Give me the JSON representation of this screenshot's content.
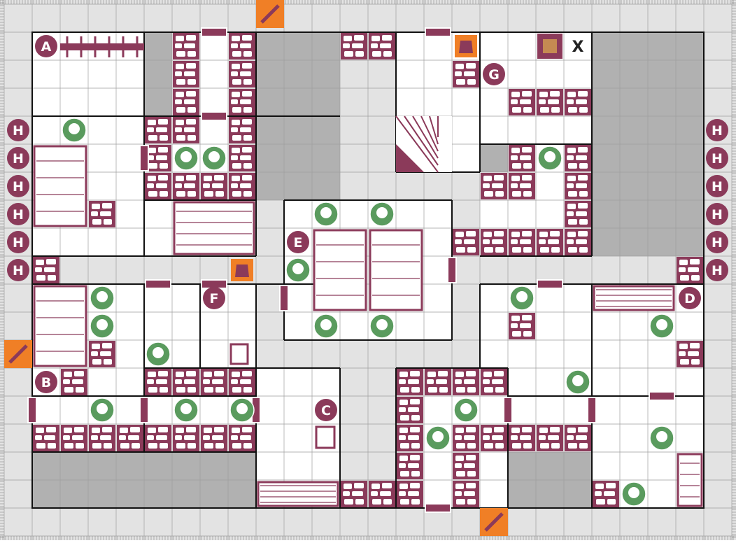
{
  "quest_map": {
    "letters": {
      "A": "A",
      "B": "B",
      "C": "C",
      "D": "D",
      "E": "E",
      "F": "F",
      "G": "G",
      "H": "H",
      "X": "X"
    },
    "colors": {
      "room_floor": "#ffffff",
      "corridor": "#e3e3e3",
      "solid_rock": "#b1b1b1",
      "grid_line": "#9e9e9e",
      "wall_line": "#111111",
      "furniture": "#8b3a5a",
      "monster": "#5a9b5e",
      "stairs_marker": "#f07f26",
      "letter_badge": "#8b3a5a",
      "letter_text": "#ffffff"
    },
    "icons": {
      "rubble": "rubble-block-icon",
      "door": "door-icon",
      "orc": "orc-icon",
      "goblin": "goblin-icon",
      "fimir": "fimir-icon",
      "spider": "spider-icon",
      "skeleton": "skeleton-icon",
      "mummy": "mummy-icon",
      "dwarf_enemy": "chaos-warrior-icon",
      "trap": "trap-icon",
      "entry_arrow": "entry-arrow-icon",
      "table": "table-icon",
      "rack": "rack-icon",
      "tomb": "tomb-icon",
      "weapon_rack": "weapon-rack-icon",
      "bookcase": "bookcase-icon",
      "alchemist_bench": "alchemist-bench-icon",
      "stairs": "stairs-icon",
      "chest": "chest-icon",
      "throne": "throne-icon"
    }
  }
}
